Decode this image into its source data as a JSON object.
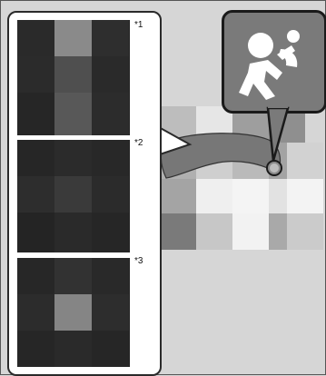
{
  "callouts": [
    {
      "label": "*1"
    },
    {
      "label": "*2"
    },
    {
      "label": "*3"
    }
  ],
  "icon": "airbag-passenger-icon",
  "colors": {
    "panel_gray": "#7a7a7a",
    "outline": "#1a1a1a",
    "background": "#d6d6d6"
  }
}
